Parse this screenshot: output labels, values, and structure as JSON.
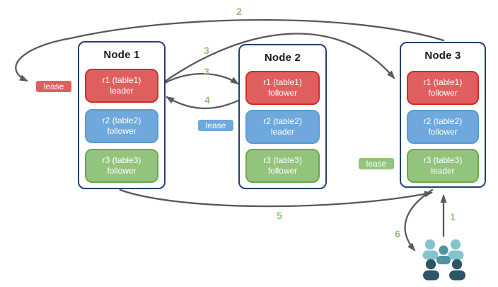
{
  "nodes": [
    {
      "title": "Node 1",
      "replicas": [
        {
          "line1": "r1 (table1)",
          "line2": "leader",
          "color": "red"
        },
        {
          "line1": "r2 (table2)",
          "line2": "follower",
          "color": "blue"
        },
        {
          "line1": "r3 (table3)",
          "line2": "follower",
          "color": "green"
        }
      ]
    },
    {
      "title": "Node 2",
      "replicas": [
        {
          "line1": "r1 (table1)",
          "line2": "follower",
          "color": "red"
        },
        {
          "line1": "r2 (table2)",
          "line2": "leader",
          "color": "blue"
        },
        {
          "line1": "r3 (table3)",
          "line2": "follower",
          "color": "green"
        }
      ]
    },
    {
      "title": "Node 3",
      "replicas": [
        {
          "line1": "r1 (table1)",
          "line2": "follower",
          "color": "red"
        },
        {
          "line1": "r2 (table2)",
          "line2": "follower",
          "color": "blue"
        },
        {
          "line1": "r3 (table3)",
          "line2": "leader",
          "color": "green"
        }
      ]
    }
  ],
  "leases": [
    {
      "label": "lease",
      "color": "red"
    },
    {
      "label": "lease",
      "color": "blue"
    },
    {
      "label": "lease",
      "color": "green"
    }
  ],
  "steps": [
    {
      "label": "2"
    },
    {
      "label": "3"
    },
    {
      "label": "3"
    },
    {
      "label": "4"
    },
    {
      "label": "5"
    },
    {
      "label": "1"
    },
    {
      "label": "6"
    }
  ],
  "edges": [
    {
      "step": "1",
      "from": "clients group",
      "to": "Node 3 (bottom)"
    },
    {
      "step": "2",
      "from": "Node 3 (top)",
      "to": "red lease badge left of Node 1"
    },
    {
      "step": "3",
      "from": "Node 1 r1 leader",
      "to": "Node 2 r1 follower"
    },
    {
      "step": "3",
      "from": "Node 1 r1 leader",
      "to": "Node 3 r1 follower"
    },
    {
      "step": "4",
      "from": "Node 2 r1 follower",
      "to": "Node 1 r1 leader"
    },
    {
      "step": "5",
      "from": "Node 1 (bottom)",
      "to": "Node 3 (bottom)"
    },
    {
      "step": "6",
      "from": "Node 3 (bottom)",
      "to": "clients group"
    }
  ],
  "icons": {
    "users_group_icon": "group of five client users"
  },
  "colors": {
    "red_fill": "#DF5F5F",
    "red_border": "#CF2E27",
    "blue_fill": "#6FA8DC",
    "blue_border": "#5A9BD5",
    "green_fill": "#93C47D",
    "green_border": "#6AA84F",
    "node_border": "#27406E",
    "arrow": "#595959",
    "step_label": "#93C47D",
    "users_light": "#84C5CB",
    "users_mid": "#4E95A0",
    "users_dark": "#2D5666"
  }
}
